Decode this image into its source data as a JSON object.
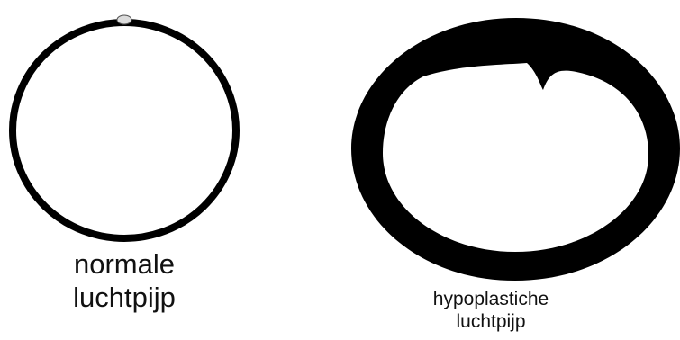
{
  "normal": {
    "label_line1": "normale",
    "label_line2": "luchtpijp"
  },
  "hypoplastic": {
    "label_line1": "hypoplastiche",
    "label_line2": "luchtpijp"
  },
  "colors": {
    "ring": "#000000",
    "background": "#ffffff",
    "text": "#111111"
  }
}
